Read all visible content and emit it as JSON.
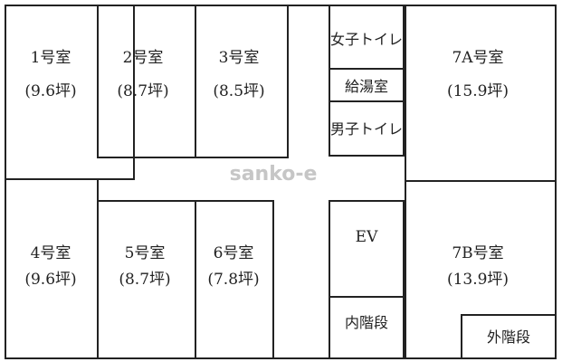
{
  "rooms": {
    "r1": {
      "name": "1号室",
      "area": "(9.6坪)"
    },
    "r2": {
      "name": "2号室",
      "area": "(8.7坪)"
    },
    "r3": {
      "name": "3号室",
      "area": "(8.5坪)"
    },
    "r4": {
      "name": "4号室",
      "area": "(9.6坪)"
    },
    "r5": {
      "name": "5号室",
      "area": "(8.7坪)"
    },
    "r6": {
      "name": "6号室",
      "area": "(7.8坪)"
    },
    "r7a": {
      "name": "7A号室",
      "area": "(15.9坪)"
    },
    "r7b": {
      "name": "7B号室",
      "area": "(13.9坪)"
    }
  },
  "facilities": {
    "womens_toilet": "女子トイレ",
    "kitchenette": "給湯室",
    "mens_toilet": "男子トイレ",
    "elevator": "EV",
    "inner_stairs": "内階段",
    "outer_stairs": "外階段"
  },
  "watermark": "sanko-e"
}
